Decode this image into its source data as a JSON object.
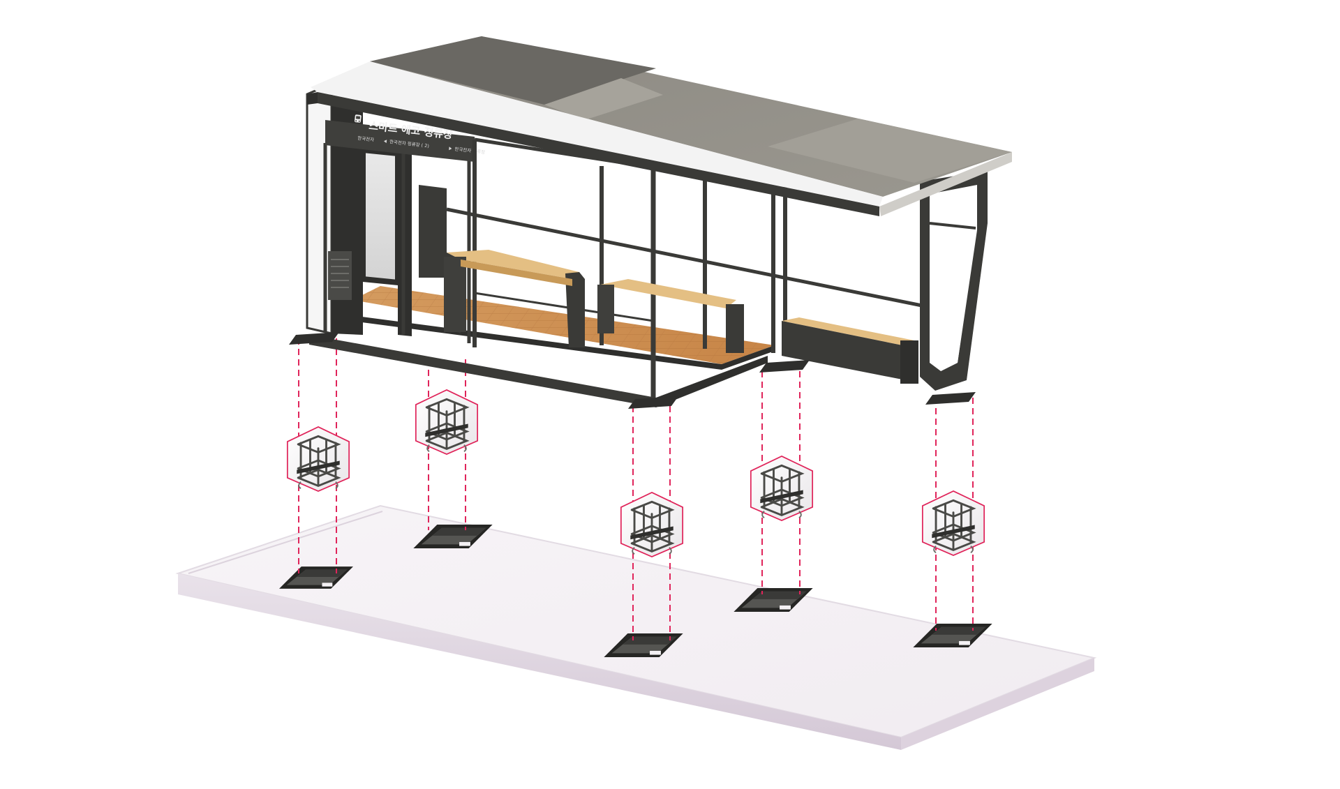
{
  "sign": {
    "title": "스마트 에코 정류장",
    "icon": "bus-icon",
    "route_from": "한국전자",
    "route_mid": "한국전자 정류장 ( 2)",
    "route_to": "한국전자 정류장"
  },
  "colors": {
    "frame": "#3a3a37",
    "roof": "#8b8880",
    "floor": "#c98a4e",
    "bench_wood": "#e0b97a",
    "anchor_accent": "#e0245a",
    "slab": "#eee7ee"
  },
  "icons": {
    "anchor_module": "anchor-frame-icon",
    "foundation_hole": "foundation-hole-icon"
  }
}
